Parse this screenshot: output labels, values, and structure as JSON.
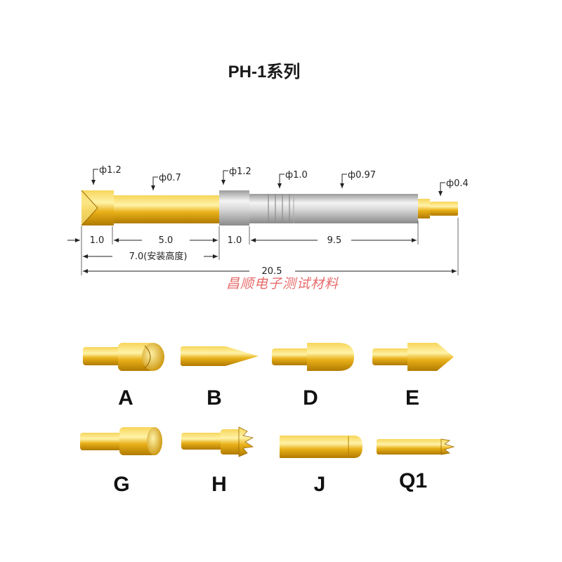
{
  "title": "PH-1系列",
  "watermark": "昌顺电子测试材料",
  "diameters": {
    "head": "ф1.2",
    "plunger": "ф0.7",
    "collar": "ф1.2",
    "barrel_groove": "ф1.0",
    "barrel": "ф0.97",
    "tail": "ф0.4"
  },
  "lengths": {
    "head": "1.0",
    "plunger": "5.0",
    "collar": "1.0",
    "barrel": "9.5",
    "install_height": "7.0(安装高度)",
    "total": "20.5"
  },
  "tips": [
    {
      "label": "A"
    },
    {
      "label": "B"
    },
    {
      "label": "D"
    },
    {
      "label": "E"
    },
    {
      "label": "G"
    },
    {
      "label": "H"
    },
    {
      "label": "J"
    },
    {
      "label": "Q1"
    }
  ],
  "colors": {
    "gold": "#e6ad12",
    "silver": "#c9c9c9",
    "watermark": "#e03a3a"
  }
}
